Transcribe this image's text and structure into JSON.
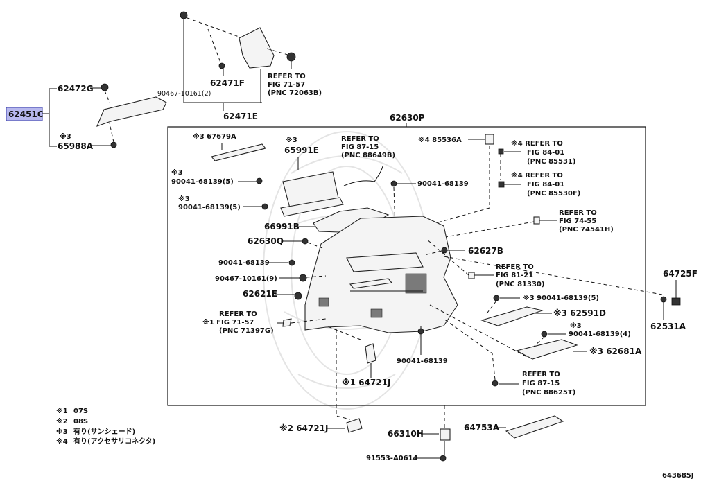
{
  "callouts": {
    "p62451C": "62451C",
    "p62472G": "62472G",
    "n3a": "※3",
    "p65988A": "65988A",
    "p90467_10161_2": "90467-10161(2)",
    "p62471F": "62471F",
    "ref_71_57": "REFER TO",
    "ref_71_57_fig": "FIG 71-57",
    "ref_71_57_pnc": "(PNC 72063B)",
    "p62471E": "62471E",
    "p62630P": "62630P",
    "n3_67679A": "※3 67679A",
    "n3b": "※3",
    "p65991E": "65991E",
    "ref_87_15a": "REFER TO",
    "ref_87_15a_fig": "FIG 87-15",
    "ref_87_15a_pnc": "(PNC 88649B)",
    "n4_85536A": "※4 85536A",
    "n4_ref_84a": "※4 REFER TO",
    "ref_84a_fig": "FIG 84-01",
    "ref_84a_pnc": "(PNC 85531)",
    "n4_ref_84b": "※4 REFER TO",
    "ref_84b_fig": "FIG 84-01",
    "ref_84b_pnc": "(PNC 85530F)",
    "n3c": "※3",
    "p90041_68139_5a": "90041-68139(5)",
    "p90041_68139_a": "90041-68139",
    "n3d": "※3",
    "p90041_68139_5b": "90041-68139(5)",
    "ref_74_55": "REFER TO",
    "ref_74_55_fig": "FIG 74-55",
    "ref_74_55_pnc": "(PNC 74541H)",
    "p66991B": "66991B",
    "p62630Q": "62630Q",
    "p62627B": "62627B",
    "p90041_68139_b": "90041-68139",
    "ref_81_21": "REFER TO",
    "ref_81_21_fig": "FIG 81-21",
    "ref_81_21_pnc": "(PNC 81330)",
    "p90467_10161_9": "90467-10161(9)",
    "p64725F": "64725F",
    "p62621E": "62621E",
    "n3_90041_68139_5": "※3 90041-68139(5)",
    "ref_71_57b": "REFER TO",
    "n1_ref_71_57b_fig": "※1 FIG 71-57",
    "ref_71_57b_pnc": "(PNC 71397G)",
    "n3_62591D": "※3 62591D",
    "p62531A": "62531A",
    "n3e": "※3",
    "p90041_68139_4": "90041-68139(4)",
    "n3_62681A": "※3 62681A",
    "p90041_68139_c": "90041-68139",
    "n1_64721J": "※1 64721J",
    "ref_87_15b": "REFER TO",
    "ref_87_15b_fig": "FIG 87-15",
    "ref_87_15b_pnc": "(PNC 88625T)",
    "n2_64721J": "※2 64721J",
    "p66310H": "66310H",
    "p64753A": "64753A",
    "p91553_A0614": "91553-A0614"
  },
  "legend": [
    {
      "mark": "※1",
      "text": "07S"
    },
    {
      "mark": "※2",
      "text": "08S"
    },
    {
      "mark": "※3",
      "text": "有り(サンシェード)"
    },
    {
      "mark": "※4",
      "text": "有り(アクセサリコネクタ)"
    }
  ],
  "diagram_id": "643685J",
  "colors": {
    "highlight": "#b7b8ee",
    "line": "#111111",
    "part_fill": "#f4f4f4"
  }
}
